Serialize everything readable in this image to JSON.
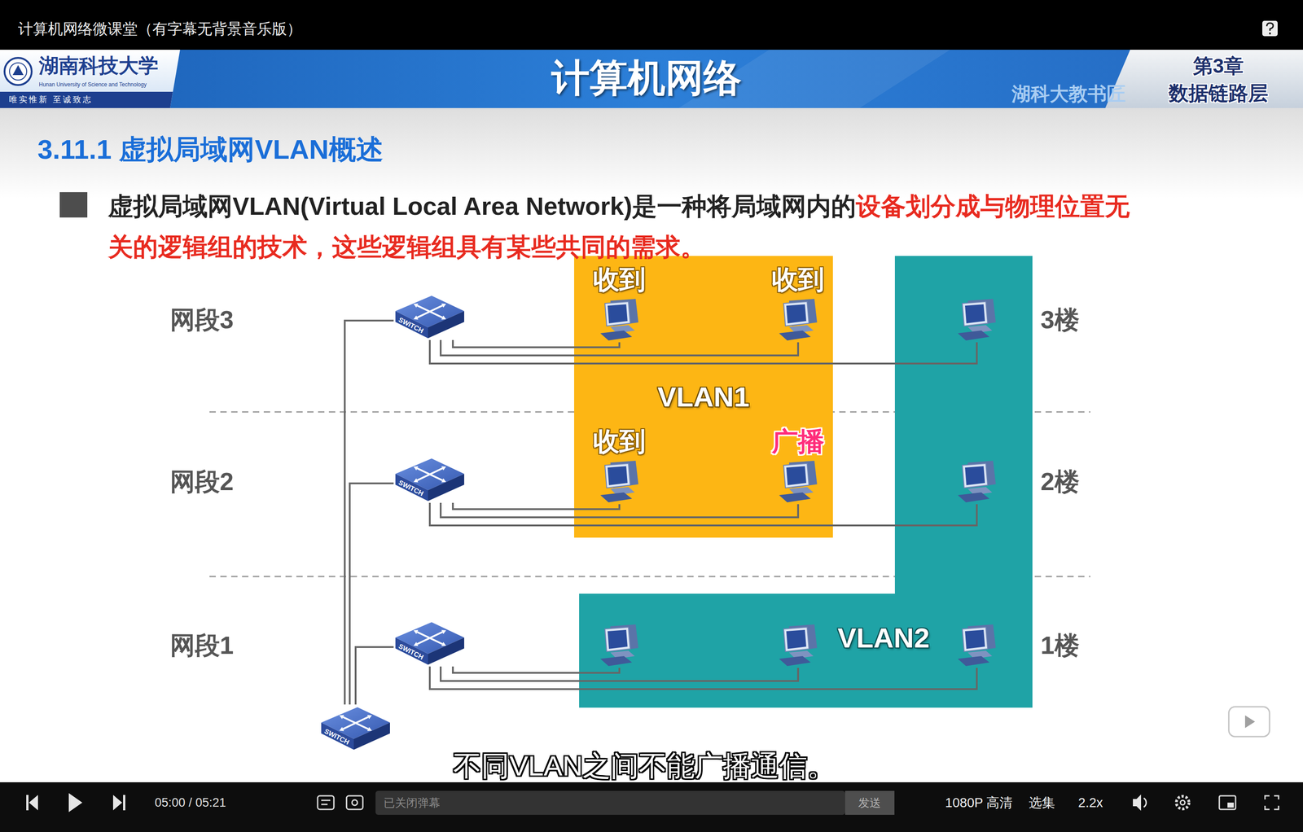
{
  "diagram": {
    "title": "3.11.1 虚拟局域网VLAN概述",
    "nodes": [
      {
        "text": [
          "VLAN1"
        ]
      },
      {
        "text": [
          "收到"
        ],
        "in": 0
      },
      {
        "text": [
          "收到"
        ],
        "in": 0
      },
      {
        "text": [
          "收到"
        ],
        "in": 0
      },
      {
        "text": [
          "广播"
        ],
        "in": 0
      },
      {
        "text": [
          "VLAN2"
        ]
      },
      {
        "text": [
          "SWITCH"
        ]
      },
      {
        "text": [
          "SWITCH"
        ]
      },
      {
        "text": [
          "SWITCH"
        ]
      },
      {
        "text": [
          "SWITCH"
        ]
      }
    ],
    "edges": [
      {
        "from": 9,
        "to": 6,
        "arrow": "none"
      },
      {
        "from": 9,
        "to": 7,
        "arrow": "none"
      },
      {
        "from": 9,
        "to": 8,
        "arrow": "none"
      },
      {
        "from": 6,
        "to": 1,
        "arrow": "none"
      },
      {
        "from": 6,
        "to": 2,
        "arrow": "none"
      },
      {
        "from": 7,
        "to": 3,
        "arrow": "none"
      },
      {
        "from": 7,
        "to": 4,
        "arrow": "none"
      }
    ],
    "labels": [
      "计算机网络微课堂（有字幕无背景音乐版）",
      "湖南科技大学",
      "Hunan University of Science and Technology",
      "唯实惟新 至诚致志",
      "计算机网络",
      "湖科大教书匠",
      "第3章",
      "数据链路层",
      "虚拟局域网VLAN(Virtual Local Area Network)是一种将局域网内的",
      "设备划分成与物理位置无关的逻辑组的技术，这些逻辑组具有某些共同的需求。",
      "网段3",
      "3楼",
      "网段2",
      "2楼",
      "网段1",
      "1楼",
      "不同VLAN之间不能广播通信。",
      "05:00 / 05:21",
      "已关闭弹幕",
      "发送",
      "1080P 高清",
      "选集",
      "2.2x"
    ]
  }
}
